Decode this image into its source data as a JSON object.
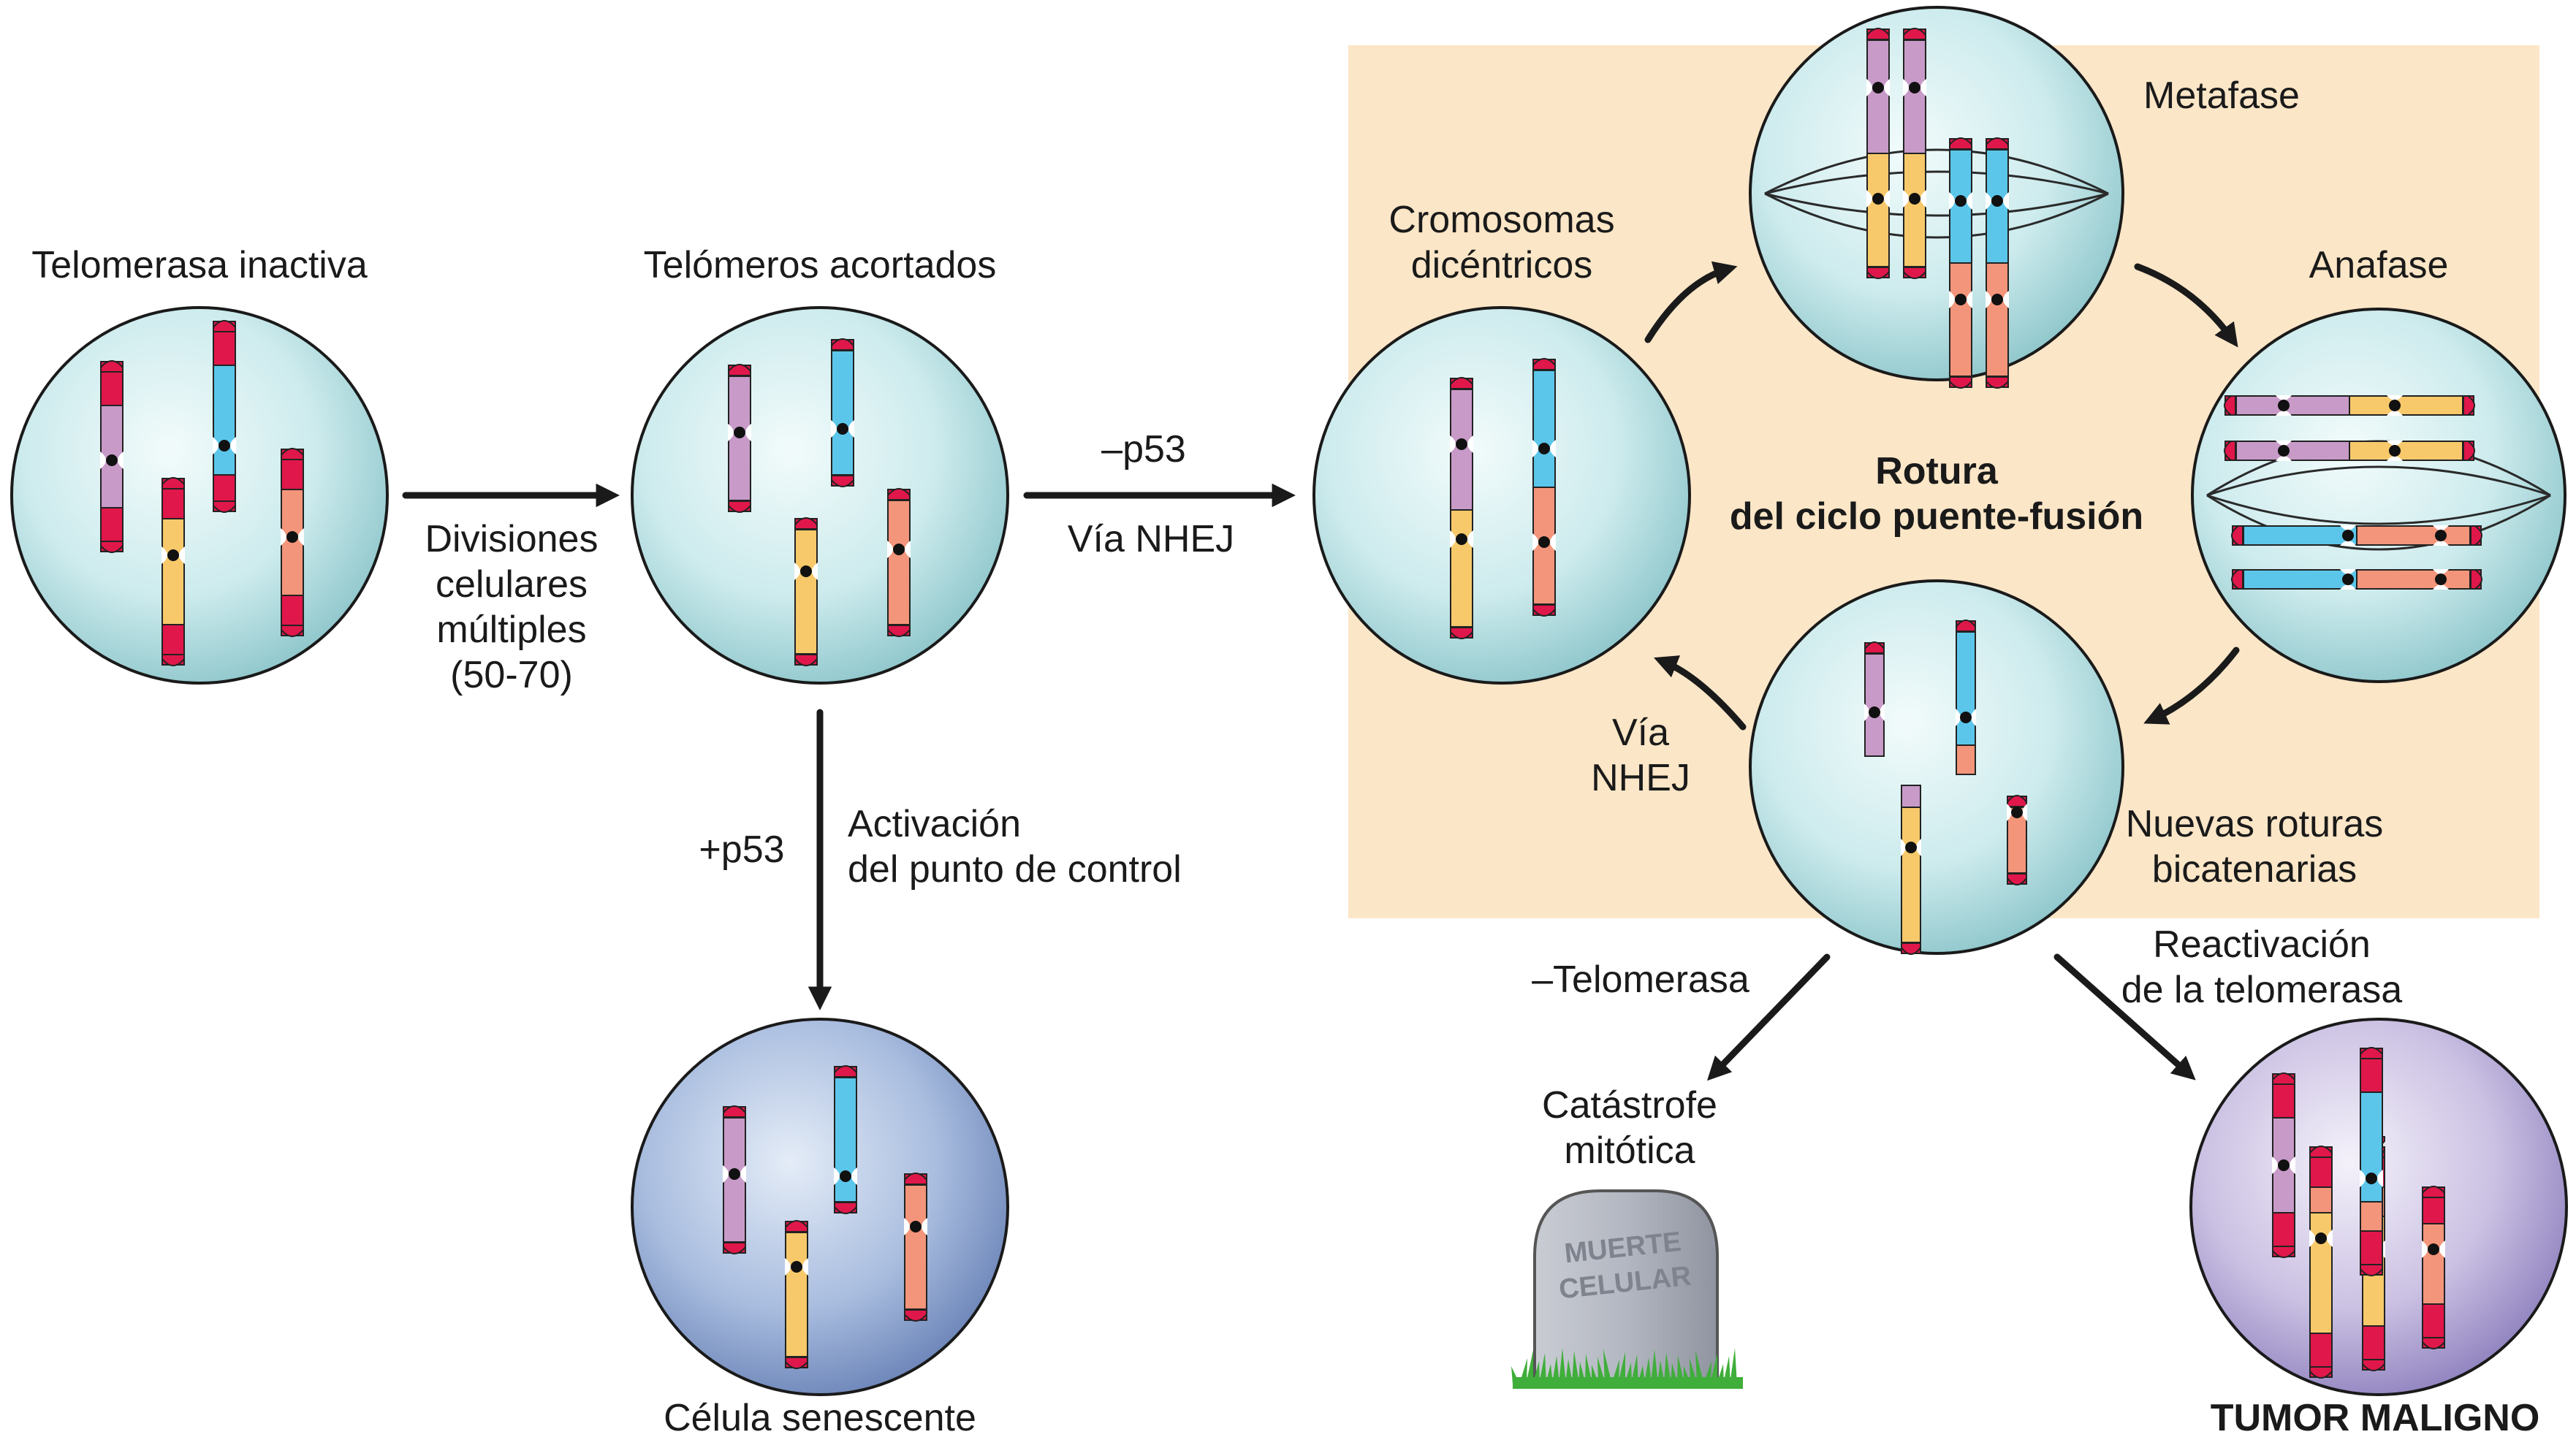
{
  "labels": {
    "telomerasa_inactiva": "Telomerasa inactiva",
    "telomeros_acortados": "Telómeros acortados",
    "divisiones": [
      "Divisiones",
      "celulares",
      "múltiples",
      "(50-70)"
    ],
    "minus_p53": "–p53",
    "via_nhej_top": "Vía NHEJ",
    "plus_p53": "+p53",
    "activacion": [
      "Activación",
      "del punto de control"
    ],
    "celula_senescente": "Célula senescente",
    "cromosomas": [
      "Cromosomas",
      "dicéntricos"
    ],
    "metafase": "Metafase",
    "anafase": "Anafase",
    "rotura": [
      "Rotura",
      "del ciclo puente-fusión"
    ],
    "via_nhej_cycle": [
      "Vía",
      "NHEJ"
    ],
    "nuevas_roturas": [
      "Nuevas roturas",
      "bicatenarias"
    ],
    "minus_telomerasa": "–Telomerasa",
    "reactivacion": [
      "Reactivación",
      "de la telomerasa"
    ],
    "catastrofe": [
      "Catástrofe",
      "mitótica"
    ],
    "tombstone": [
      "MUERTE",
      "CELULAR"
    ],
    "tumor": "TUMOR MALIGNO"
  },
  "colors": {
    "telomere": "#e0174a",
    "purple": "#c79ac8",
    "blue": "#5bc6ea",
    "yellow": "#f7c96b",
    "salmon": "#f3957a",
    "panel": "#fbe6c7",
    "cell_teal": "#cfeaec",
    "cell_blue": "#9db3d8",
    "cell_violet": "#c7bce0"
  }
}
